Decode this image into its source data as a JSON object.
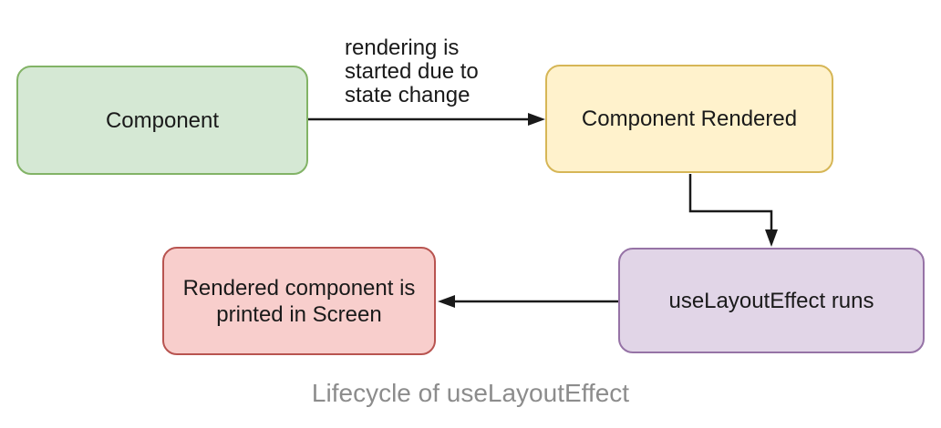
{
  "diagram": {
    "caption": "Lifecycle of useLayoutEffect",
    "colors": {
      "node_text": "#1a1a1a",
      "arrow": "#1a1a1a",
      "caption_text": "#8c8c8c",
      "background": "#ffffff",
      "green_fill": "#d5e8d4",
      "green_stroke": "#82b366",
      "yellow_fill": "#fff2cc",
      "yellow_stroke": "#d6b656",
      "purple_fill": "#e1d5e7",
      "purple_stroke": "#9673a6",
      "red_fill": "#f8cecc",
      "red_stroke": "#b85450"
    },
    "nodes": [
      {
        "id": "component",
        "label": "Component",
        "fill": "#d5e8d4",
        "stroke": "#82b366"
      },
      {
        "id": "component-rendered",
        "label": "Component Rendered",
        "fill": "#fff2cc",
        "stroke": "#d6b656"
      },
      {
        "id": "uselayouteffect-runs",
        "label": "useLayoutEffect runs",
        "fill": "#e1d5e7",
        "stroke": "#9673a6"
      },
      {
        "id": "rendered-component-printed",
        "label": "Rendered component is printed in Screen",
        "label_lines": [
          "Rendered component is",
          "printed in Screen"
        ],
        "fill": "#f8cecc",
        "stroke": "#b85450"
      }
    ],
    "edges": [
      {
        "from": "component",
        "to": "component-rendered",
        "label": "rendering is started due to state change",
        "label_lines": [
          "rendering is",
          "started due to",
          "state change"
        ]
      },
      {
        "from": "component-rendered",
        "to": "uselayouteffect-runs",
        "label": ""
      },
      {
        "from": "uselayouteffect-runs",
        "to": "rendered-component-printed",
        "label": ""
      }
    ]
  }
}
